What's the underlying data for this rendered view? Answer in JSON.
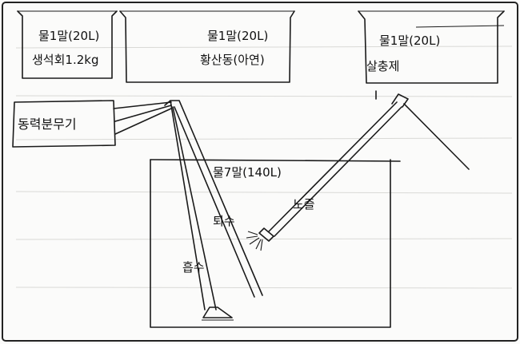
{
  "buckets": [
    {
      "line1": "물1말(20L)",
      "line2": "생석회1.2kg"
    },
    {
      "line1": "물1말(20L)",
      "line2": "황산동(아연)"
    },
    {
      "line1": "물1말(20L)",
      "line2": "살충제"
    }
  ],
  "sprayer_label": "동력분무기",
  "tank_label": "물7말(140L)",
  "nozzle_label": "노즐",
  "return_label": "퇴수",
  "suction_label": "흡수"
}
